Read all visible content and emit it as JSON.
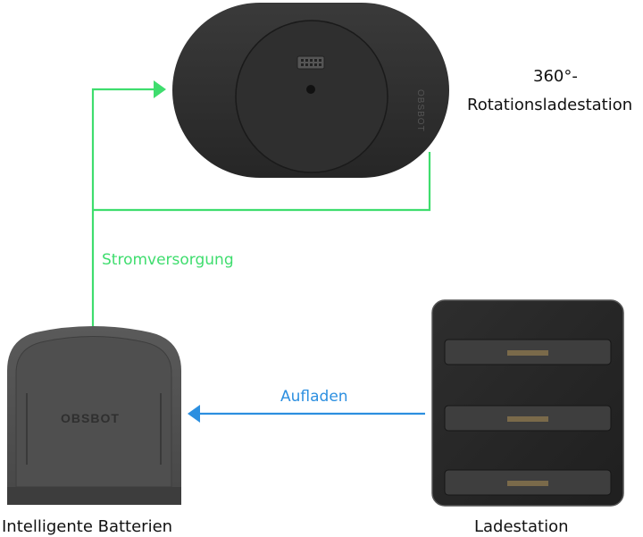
{
  "nodes": {
    "rotation_station": {
      "label_line1": "360°-",
      "label_line2": "Rotationsladestation",
      "engraving": "OBSBOT"
    },
    "batteries": {
      "label": "Intelligente Batterien",
      "engraving": "OBSBOT"
    },
    "charging_station": {
      "label": "Ladestation"
    }
  },
  "edges": {
    "power": {
      "label": "Stromversorgung",
      "color": "#3fdd6e"
    },
    "charge": {
      "label": "Aufladen",
      "color": "#2c8fe0"
    }
  }
}
